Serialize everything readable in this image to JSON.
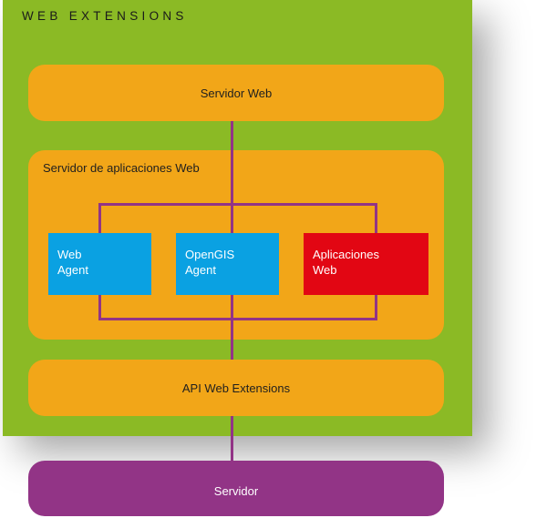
{
  "diagram": {
    "title": "WEB EXTENSIONS",
    "layers": {
      "web_server": {
        "label": "Servidor Web"
      },
      "app_server": {
        "label": "Servidor de aplicaciones Web",
        "modules": [
          {
            "line1": "Web",
            "line2": "Agent",
            "color": "#0aa1e2"
          },
          {
            "line1": "OpenGIS",
            "line2": "Agent",
            "color": "#0aa1e2"
          },
          {
            "line1": "Aplicaciones",
            "line2": "Web",
            "color": "#e20613"
          }
        ]
      },
      "api": {
        "label": "API Web Extensions"
      },
      "server": {
        "label": "Servidor"
      }
    },
    "colors": {
      "panel": "#8bba25",
      "layer": "#f2a618",
      "server": "#923486",
      "connector": "#923486",
      "agent": "#0aa1e2",
      "apps": "#e20613"
    }
  }
}
